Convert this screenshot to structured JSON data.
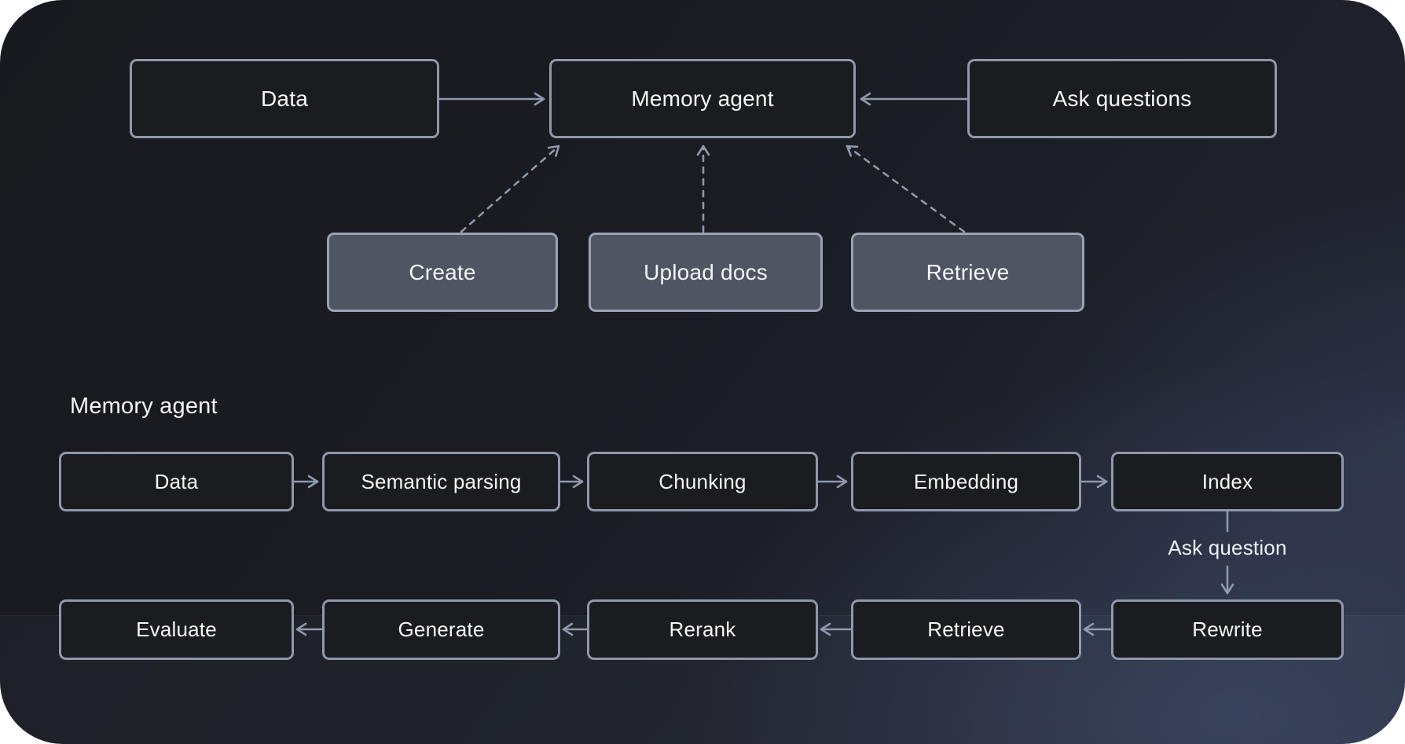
{
  "diagram": {
    "top_flow": {
      "data": "Data",
      "memory_agent": "Memory agent",
      "ask_questions": "Ask questions",
      "create": "Create",
      "upload_docs": "Upload docs",
      "retrieve": "Retrieve"
    },
    "pipeline": {
      "section_title": "Memory agent",
      "ingest_row": [
        "Data",
        "Semantic parsing",
        "Chunking",
        "Embedding",
        "Index"
      ],
      "query_row": [
        "Evaluate",
        "Generate",
        "Rerank",
        "Retrieve",
        "Rewrite"
      ],
      "edge_label": "Ask question"
    },
    "colors": {
      "background_dark": "#18191e",
      "background_blue": "#2e3447",
      "node_dark_fill": "#1b1c20",
      "node_gray_fill": "#4f5563",
      "node_border": "#8f98ac",
      "arrow": "#8f98ac",
      "text": "#f5f6f7"
    }
  }
}
